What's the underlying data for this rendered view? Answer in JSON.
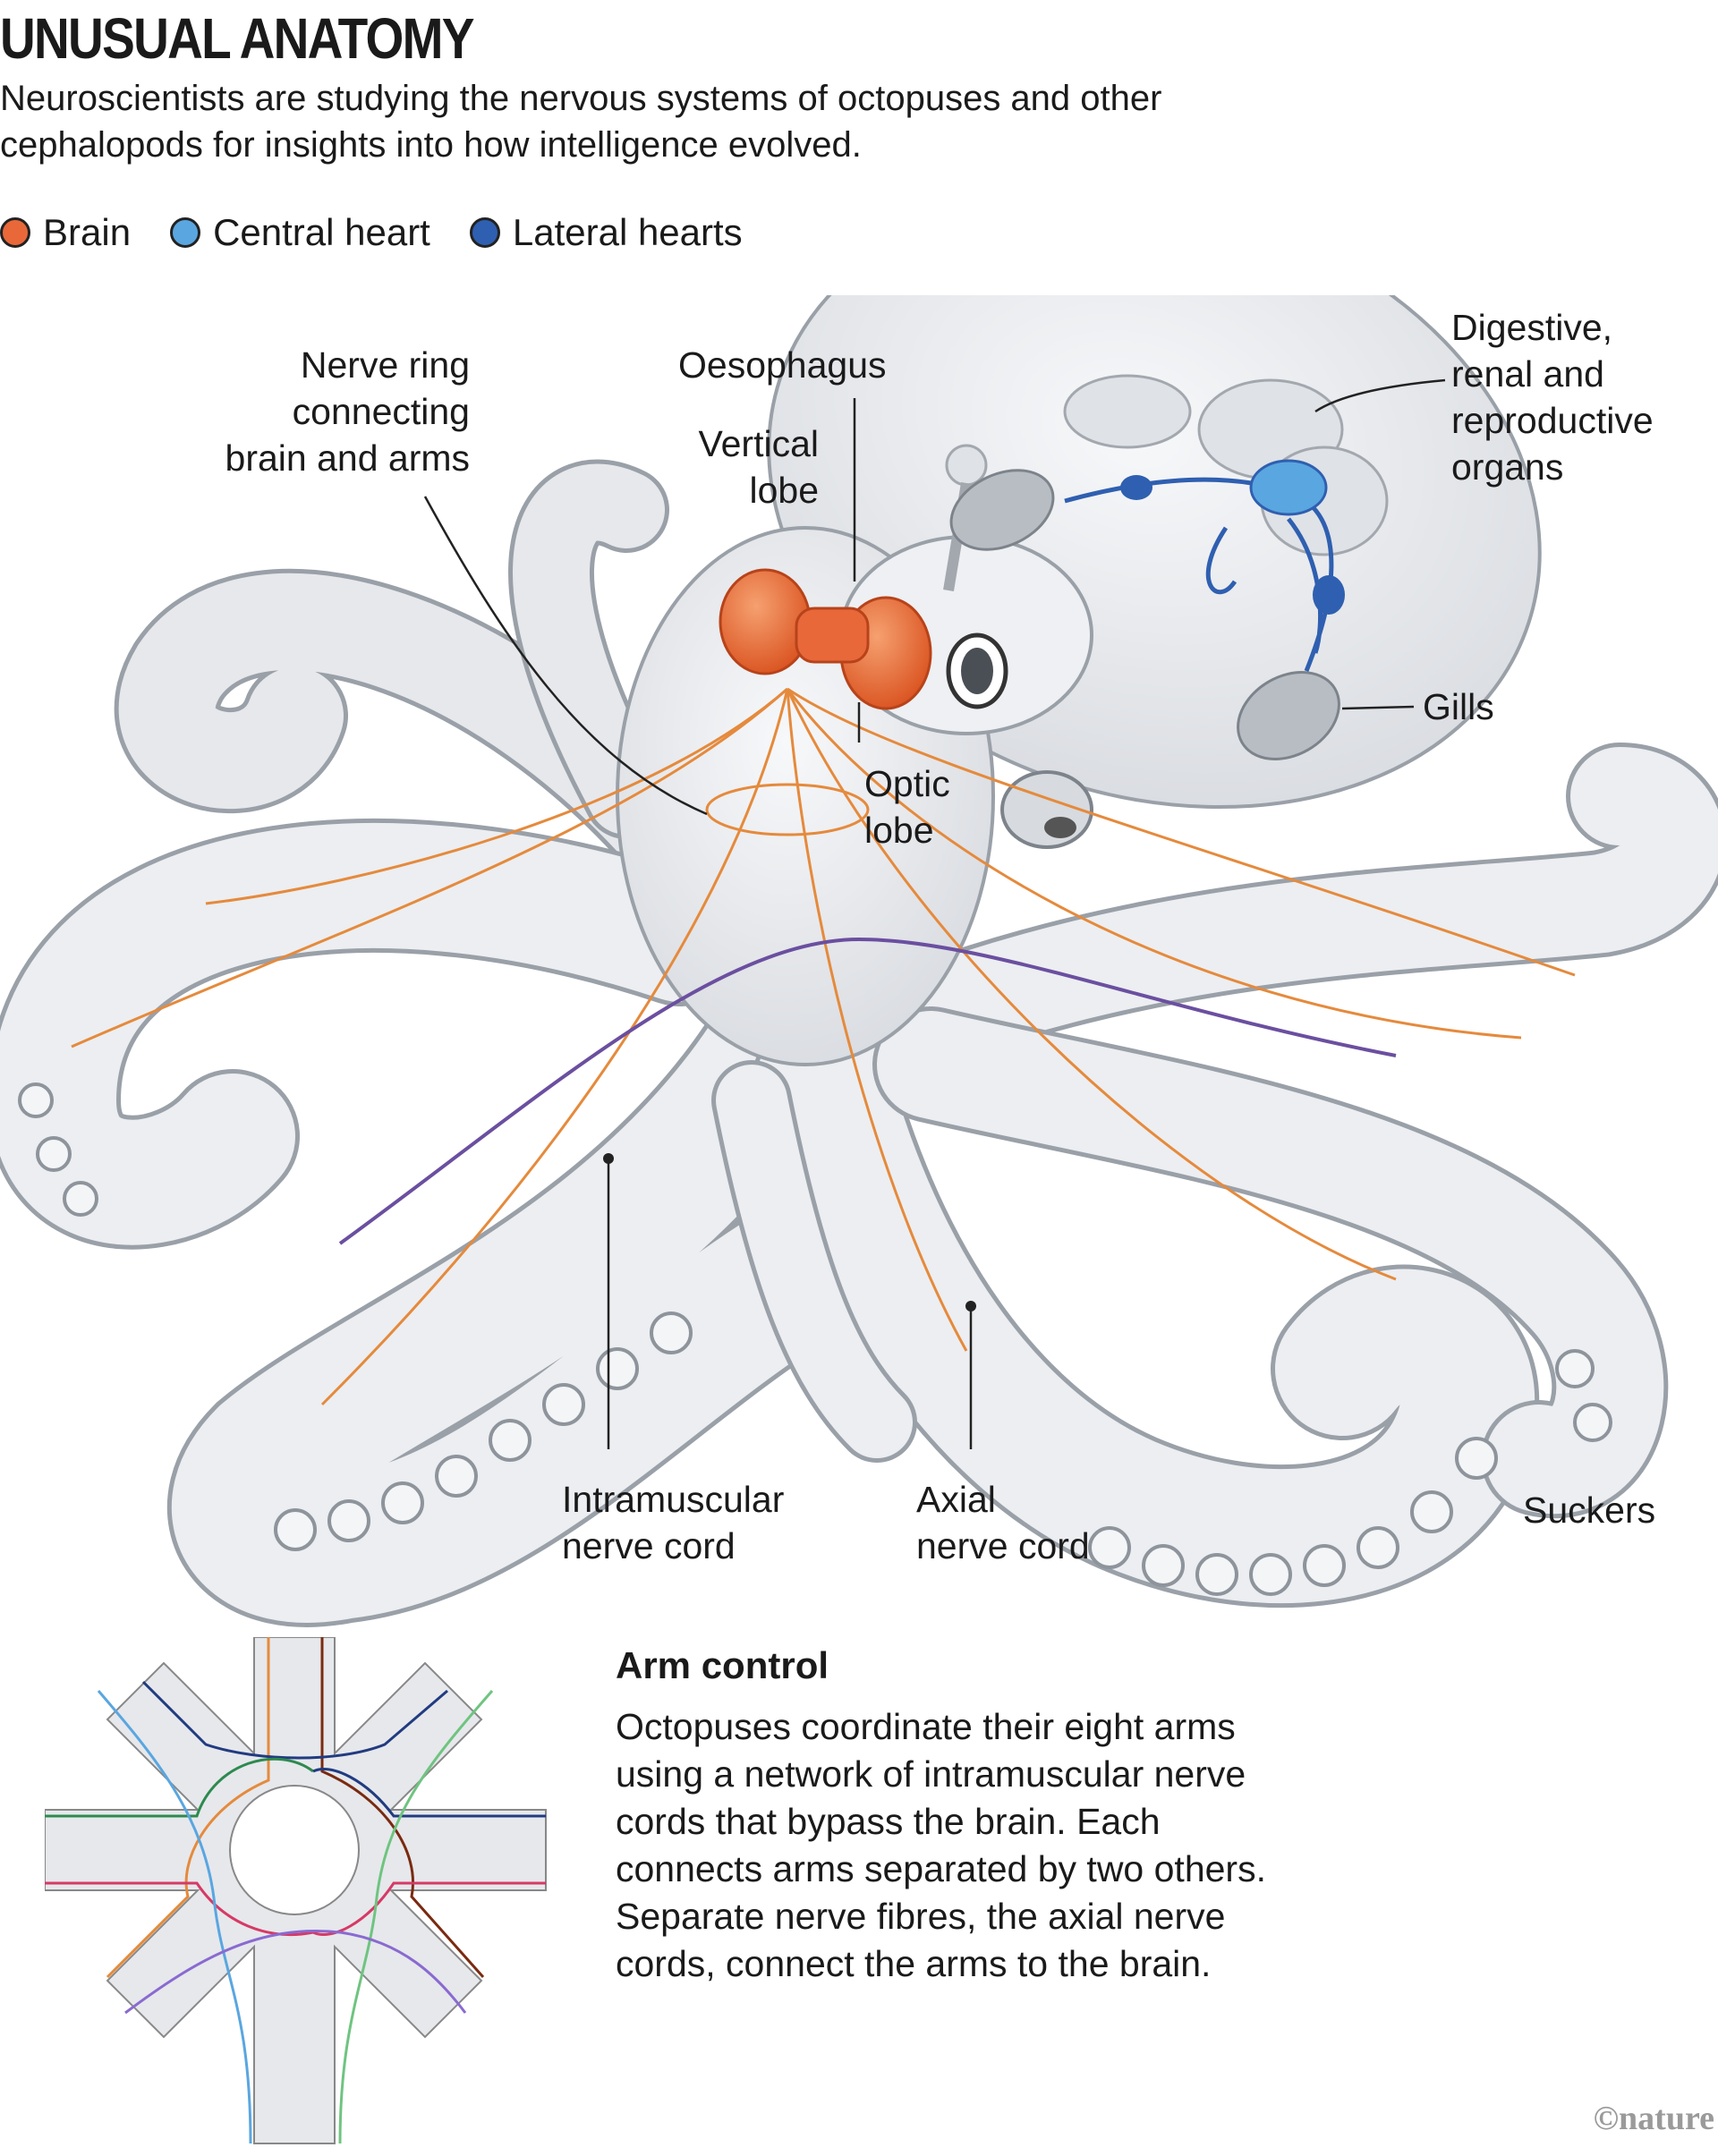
{
  "title": "UNUSUAL ANATOMY",
  "subtitle": "Neuroscientists are studying the nervous systems of octopuses and other cephalopods for insights into how intelligence evolved.",
  "legend": [
    {
      "label": "Brain",
      "color": "#e8683a"
    },
    {
      "label": "Central heart",
      "color": "#5aa6e0"
    },
    {
      "label": "Lateral hearts",
      "color": "#2f5fb0"
    }
  ],
  "labels": {
    "nerve_ring": "Nerve ring\nconnecting\nbrain and arms",
    "oesophagus": "Oesophagus",
    "vertical_lobe": "Vertical\nlobe",
    "digestive": "Digestive,\nrenal and\nreproductive\norgans",
    "gills": "Gills",
    "optic_lobe": "Optic\nlobe",
    "intramuscular": "Intramuscular\nnerve cord",
    "axial": "Axial\nnerve cord",
    "suckers": "Suckers"
  },
  "arm_control": {
    "heading": "Arm control",
    "body": "Octopuses coordinate their eight arms using a network of intramuscular nerve cords that bypass the brain. Each connects arms separated by two others. Separate nerve fibres, the axial nerve cords, connect the arms to the brain."
  },
  "colors": {
    "body_fill": "#e9ebef",
    "body_stroke": "#9aa0a8",
    "nerve_orange": "#e58a3c",
    "nerve_purple": "#6b4fa0",
    "brain": "#e8683a",
    "central_heart": "#5aa6e0",
    "lateral_heart": "#2f5fb0"
  },
  "credit": "©nature"
}
